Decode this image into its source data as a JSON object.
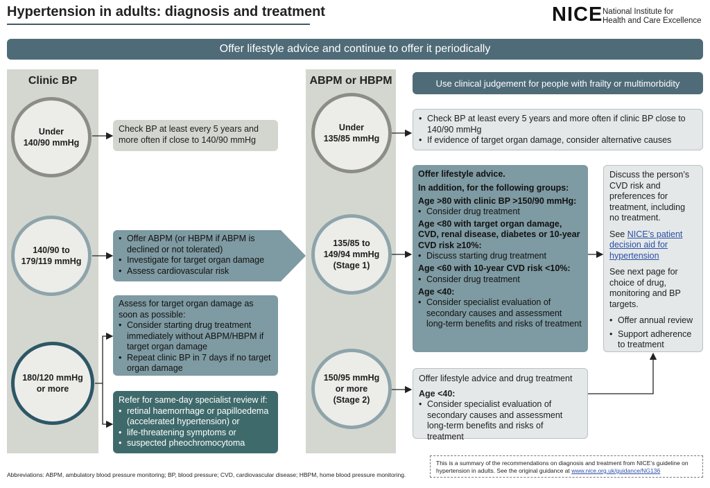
{
  "header": {
    "title": "Hypertension in adults: diagnosis and treatment",
    "logo_wordmark": "NICE",
    "logo_line1": "National Institute for",
    "logo_line2": "Health and Care Excellence"
  },
  "banner": "Offer lifestyle advice and continue to offer it periodically",
  "frailty_note": "Use clinical judgement for people with frailty or multimorbidity",
  "clinic": {
    "heading": "Clinic BP",
    "under": {
      "line1": "Under",
      "line2": "140/90 mmHg"
    },
    "mid": {
      "line1": "140/90 to",
      "line2": "179/119 mmHg"
    },
    "high": {
      "line1": "180/120 mmHg",
      "line2": "or more"
    },
    "under_box": {
      "line1": "Check BP at least every 5 years and",
      "line2": "more often if close to 140/90 mmHg"
    },
    "mid_box": [
      "Offer ABPM (or HBPM if ABPM is declined or not tolerated)",
      "Investigate for target organ damage",
      "Assess cardiovascular risk"
    ],
    "assess_box": {
      "intro": "Assess for target organ damage as soon as possible:",
      "items": [
        "Consider starting drug treatment immediately without ABPM/HBPM if target organ damage",
        "Repeat clinic BP in 7 days if no target organ damage"
      ]
    },
    "refer_box": {
      "intro": "Refer for same-day specialist review if:",
      "items": [
        "retinal haemorrhage or papilloedema (accelerated hypertension) or",
        "life-threatening symptoms or",
        "suspected pheochromocytoma"
      ]
    }
  },
  "abpm": {
    "heading": "ABPM or HBPM",
    "under": {
      "line1": "Under",
      "line2": "135/85 mmHg"
    },
    "stage1": {
      "line1": "135/85 to",
      "line2": "149/94 mmHg",
      "line3": "(Stage 1)"
    },
    "stage2": {
      "line1": "150/95 mmHg",
      "line2": "or more",
      "line3": "(Stage 2)"
    },
    "under_box": [
      "Check BP at least every 5 years and more often if clinic BP close to 140/90 mmHg",
      "If evidence of target organ damage, consider alternative causes"
    ],
    "stage1_box": {
      "heading": "Offer lifestyle advice.",
      "subheading": "In addition, for the following groups:",
      "groups": [
        {
          "title": "Age >80 with clinic BP >150/90 mmHg:",
          "item": "Consider drug treatment"
        },
        {
          "title": "Age <80 with target organ damage, CVD, renal disease, diabetes or 10-year CVD risk ≥10%:",
          "item": "Discuss starting drug treatment"
        },
        {
          "title": "Age <60 with 10-year CVD risk <10%:",
          "item": "Consider drug treatment"
        },
        {
          "title": "Age <40:",
          "item": "Consider specialist evaluation of secondary causes and assessment long-term benefits and risks of treatment"
        }
      ]
    },
    "stage2_box": {
      "heading": "Offer lifestyle advice and drug treatment",
      "group_title": "Age <40:",
      "item": "Consider specialist evaluation of secondary causes and assessment long-term benefits and risks of treatment"
    }
  },
  "discuss_box": {
    "para1": "Discuss the person’s CVD risk and preferences for treatment, including no treatment.",
    "see_prefix": "See",
    "link_text": "NICE’s patient decision aid for hypertension",
    "para3": "See next page for choice of drug, monitoring and BP targets.",
    "items": [
      "Offer annual review",
      "Support adherence to treatment"
    ]
  },
  "footer": {
    "abbreviations": "Abbreviations: ABPM, ambulatory blood pressure monitoring; BP, blood pressure; CVD, cardiovascular disease; HBPM, home blood pressure monitoring.",
    "summary_text": "This is a summary of the recommendations on diagnosis and treatment from NICE’s guideline on hypertension in adults. See the original guidance at",
    "summary_link": "www.nice.org.uk/guidance/NG136"
  },
  "colors": {
    "banner": "#4f6b78",
    "column": "#d4d7d0",
    "light_box": "#d3d5cf",
    "mid_box": "#7e9aa2",
    "dark_box": "#3f6a6b",
    "dark_ring": "#2d5766"
  }
}
